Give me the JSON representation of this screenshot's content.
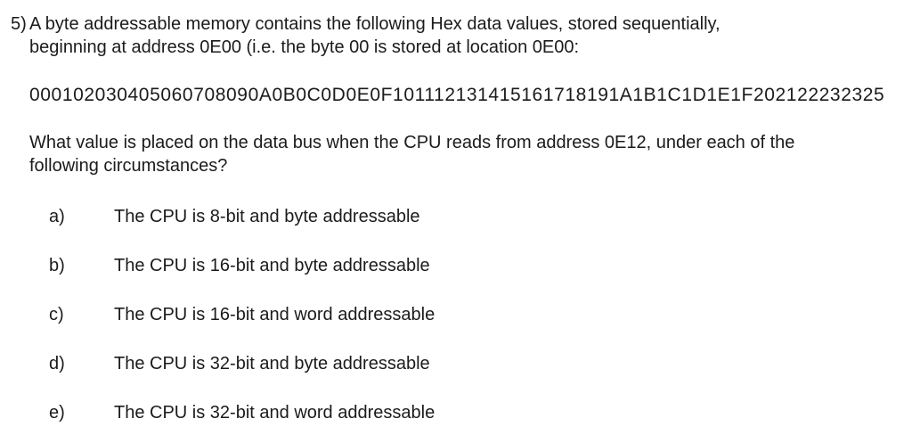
{
  "colors": {
    "background": "#ffffff",
    "text": "#1b1b1b"
  },
  "question": {
    "number": "5)",
    "intro_line1": "A byte addressable memory contains the following Hex data values, stored sequentially,",
    "intro_line2": "beginning at address 0E00 (i.e. the byte 00 is stored at location 0E00:",
    "hex_string": "000102030405060708090A0B0C0D0E0F101112131415161718191A1B1C1D1E1F202122232325",
    "prompt_line1": "What value is placed on the data bus when the CPU reads from address 0E12, under each of the",
    "prompt_line2": "following circumstances?",
    "subitems": [
      {
        "label": "a)",
        "text": "The CPU is 8-bit and byte addressable"
      },
      {
        "label": "b)",
        "text": "The CPU is 16-bit and byte addressable"
      },
      {
        "label": "c)",
        "text": "The CPU is 16-bit and word addressable"
      },
      {
        "label": "d)",
        "text": "The CPU is 32-bit and byte addressable"
      },
      {
        "label": "e)",
        "text": "The CPU is 32-bit and word addressable"
      }
    ]
  }
}
